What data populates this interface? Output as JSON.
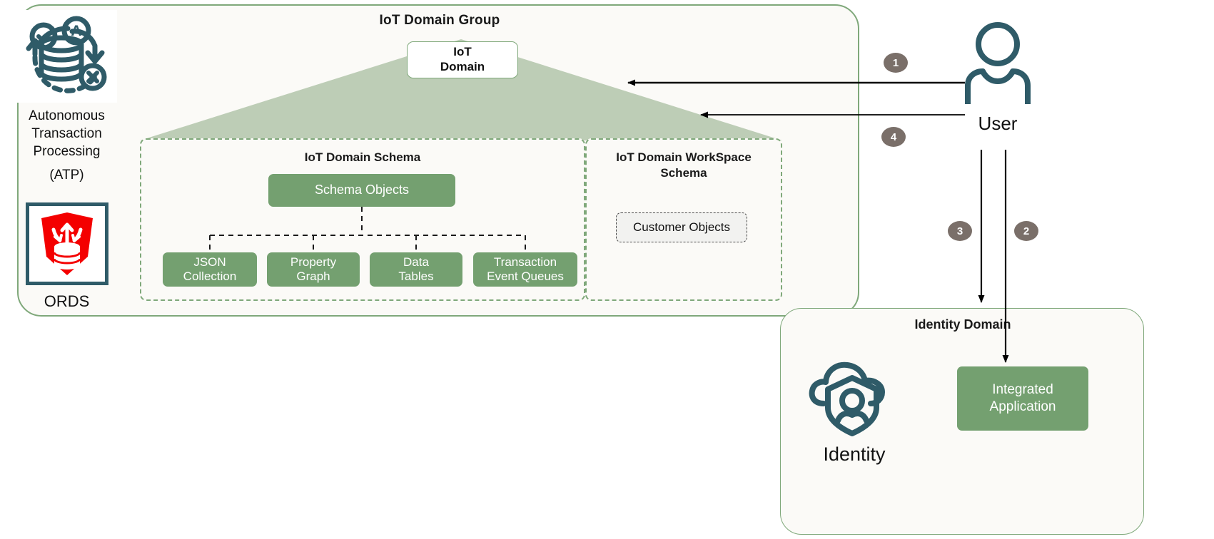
{
  "iot_group": {
    "title": "IoT Domain Group",
    "domain_box": {
      "line1": "IoT",
      "line2": "Domain"
    },
    "left_column": {
      "atp": {
        "icon": "autonomous-transaction-processing-icon",
        "line1": "Autonomous",
        "line2": "Transaction",
        "line3": "Processing",
        "line4": "(ATP)"
      },
      "ords": {
        "icon": "ords-shield-database-icon",
        "label": "ORDS"
      }
    },
    "schema_panel": {
      "title": "IoT Domain Schema",
      "root_box": "Schema Objects",
      "children": [
        {
          "line1": "JSON",
          "line2": "Collection"
        },
        {
          "line1": "Property",
          "line2": "Graph"
        },
        {
          "line1": "Data",
          "line2": "Tables"
        },
        {
          "line1": "Transaction",
          "line2": "Event Queues"
        }
      ]
    },
    "workspace_panel": {
      "title_line1": "IoT Domain WorkSpace",
      "title_line2": "Schema",
      "customer_objects": "Customer Objects"
    }
  },
  "actor": {
    "icon": "user-icon",
    "label": "User"
  },
  "identity_domain": {
    "title": "Identity Domain",
    "identity": {
      "icon": "identity-cloud-shield-icon",
      "label": "Identity"
    },
    "integrated_application": {
      "line1": "Integrated",
      "line2": "Application"
    }
  },
  "flow_badges": [
    {
      "id": "1",
      "label": "1"
    },
    {
      "id": "2",
      "label": "2"
    },
    {
      "id": "3",
      "label": "3"
    },
    {
      "id": "4",
      "label": "4"
    }
  ],
  "colors": {
    "panel_background": "#fbfaf7",
    "container_border": "#7fa87a",
    "triangle_fill": "#bdcdb6",
    "box_green": "#74a070",
    "icon_teal": "#2f5b68",
    "ords_red": "#f40000",
    "badge_gray": "#7a6f69",
    "arrow_black": "#000000"
  }
}
